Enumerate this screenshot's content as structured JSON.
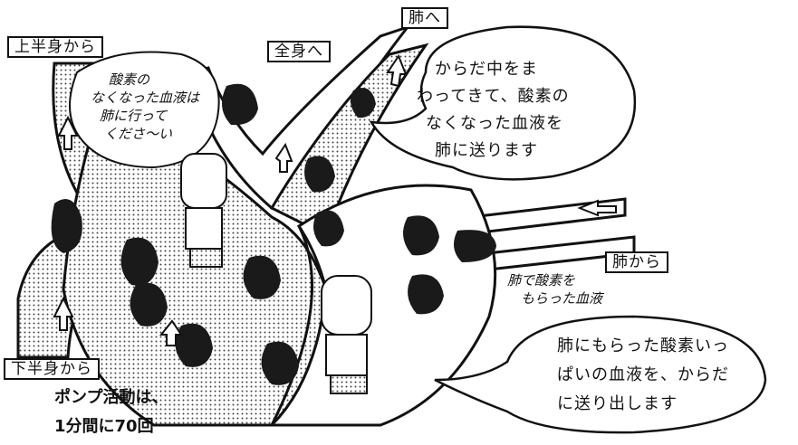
{
  "labels": {
    "upper_body_from": "上半身から",
    "whole_body_to": "全身へ",
    "lungs_to": "肺へ",
    "lungs_from": "肺から",
    "lower_body_from": "下半身から"
  },
  "bubbles": {
    "right_ventricle": [
      "からだ中をま",
      "わってきて、酸素の",
      "なくなった血液を",
      "肺に送ります"
    ],
    "left_ventricle": [
      "肺にもらった酸素いっ",
      "ぱいの血液を、からだ",
      "に送り出します"
    ]
  },
  "handwritten": {
    "deoxygenated_blood": [
      "酸素の",
      "なくなった血液は",
      "肺に行って",
      "くださ〜い"
    ],
    "oxygenated_blood": [
      "肺で酸素を",
      "もらった血液"
    ]
  },
  "caption": [
    "ポンプ活動は、",
    "1分間に70回"
  ]
}
